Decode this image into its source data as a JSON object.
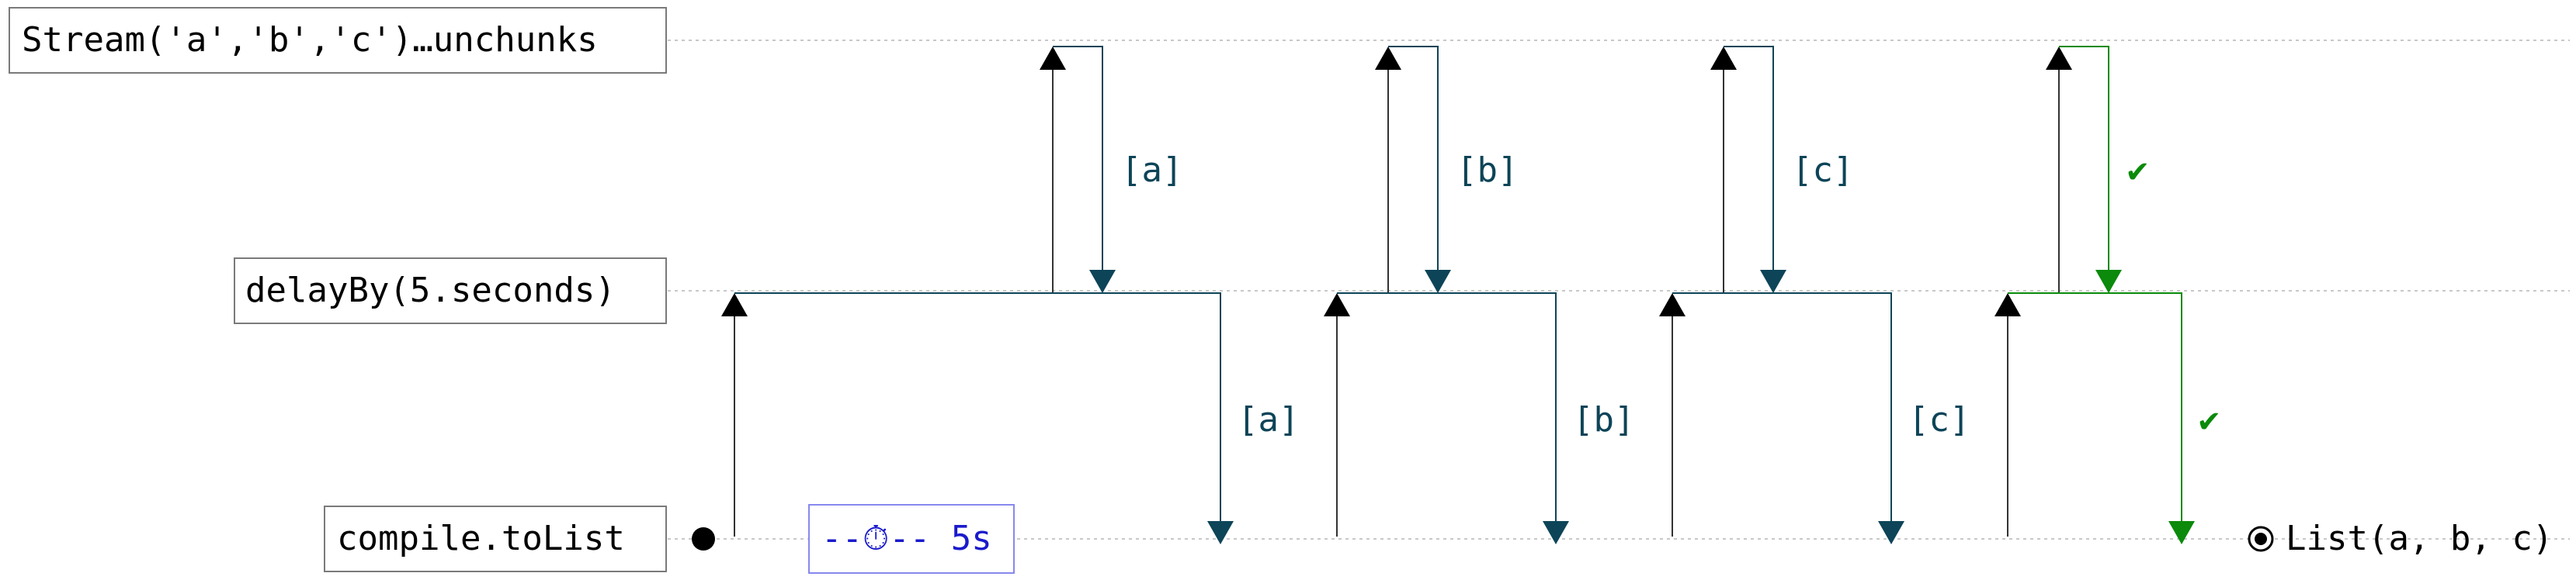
{
  "lanes": [
    {
      "id": "source",
      "label": "Stream('a','b','c')…unchunks"
    },
    {
      "id": "delay",
      "label": "delayBy(5.seconds)"
    },
    {
      "id": "sink",
      "label": "compile.toList"
    }
  ],
  "timer_label": "--⏱-- 5s",
  "result_label": "List(a, b, c)",
  "cycles": [
    {
      "upper_value": "[a]",
      "lower_value": "[a]",
      "kind": "chunk"
    },
    {
      "upper_value": "[b]",
      "lower_value": "[b]",
      "kind": "chunk"
    },
    {
      "upper_value": "[c]",
      "lower_value": "[c]",
      "kind": "chunk"
    },
    {
      "upper_value": "✔",
      "lower_value": "✔",
      "kind": "done"
    }
  ],
  "colors": {
    "request": "#333333",
    "chunk": "#0d4458",
    "done": "#0b8a0b",
    "timer": "#1a1acc",
    "timer_border": "#8888ee",
    "lane_line": "#c8c8c8",
    "box_border": "#7a7a7a"
  }
}
